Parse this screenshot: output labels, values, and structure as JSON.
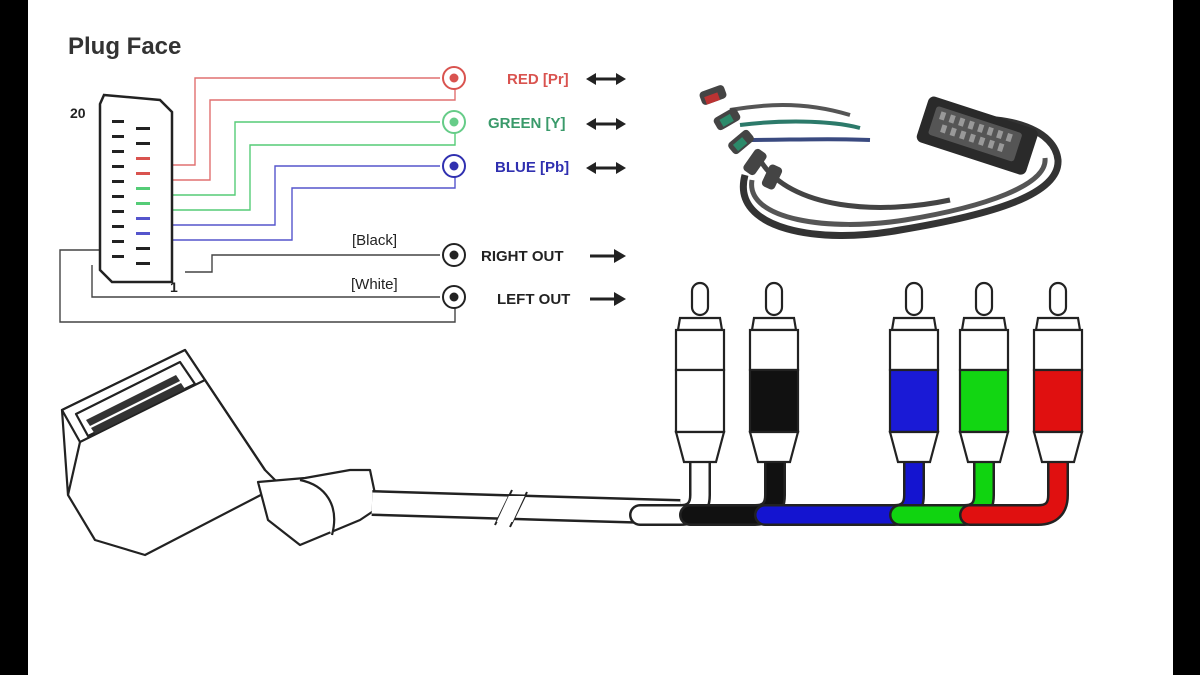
{
  "title": "Plug Face",
  "pin_labels": {
    "top": "20",
    "bottom": "1"
  },
  "outputs": [
    {
      "label": "RED [Pr]",
      "color": "#d9534f",
      "arrow": "bidirectional"
    },
    {
      "label": "GREEN [Y]",
      "color": "#3a9a6a",
      "arrow": "bidirectional"
    },
    {
      "label": "BLUE [Pb]",
      "color": "#3030b0",
      "arrow": "bidirectional"
    },
    {
      "label": "RIGHT OUT",
      "color": "#222222",
      "arrow": "right",
      "wire_label": "[Black]"
    },
    {
      "label": "LEFT OUT",
      "color": "#222222",
      "arrow": "right",
      "wire_label": "[White]"
    }
  ],
  "plug_colors": [
    "#ffffff",
    "#111111",
    "#1a1ad6",
    "#12d612",
    "#e01010"
  ],
  "cable_colors": [
    "#111111",
    "#1414d0",
    "#10d410",
    "#e01010"
  ]
}
